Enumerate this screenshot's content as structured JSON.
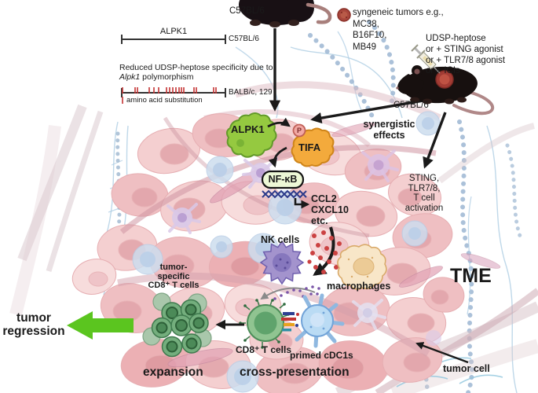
{
  "figure": {
    "genetics": {
      "gene_label": "ALPK1",
      "strain_top": "C57BL/6",
      "note_line1": "Reduced UDSP-heptose specificity due to",
      "note_italic": "Alpk1",
      "note_rest": " polymorphism",
      "strain_bottom": "BALB/c, 129",
      "tick_caption": "amino acid substitution"
    },
    "mice": {
      "top_label": "C57BL/6",
      "right_label": "C57BL/6"
    },
    "tumors_note": {
      "line1": "syngeneic tumors e.g.,",
      "line2": "MC38,",
      "line3": "B16F10,",
      "line4": "MB49"
    },
    "treatment": {
      "line1": "UDSP-heptose",
      "line2": "or + STING agonist",
      "line3": "or + TLR7/8 agonist",
      "line4": "or + ICIs"
    },
    "pathway": {
      "alpk1": "ALPK1",
      "phospho": "P",
      "tifa": "TIFA",
      "nfkb": "NF-κB",
      "chemokine_1": "CCL2",
      "chemokine_2": "CXCL10",
      "chemokine_3": "etc."
    },
    "effects": {
      "synergistic_1": "synergistic",
      "synergistic_2": "effects",
      "sting_1": "STING,",
      "sting_2": "TLR7/8,",
      "sting_3": "T cell",
      "sting_4": "activation"
    },
    "cells": {
      "nk": "NK cells",
      "macrophages": "macrophages",
      "tumor_specific_1": "tumor-",
      "tumor_specific_2": "specific",
      "tumor_specific_3": "CD8⁺ T cells",
      "cd8": "CD8⁺ T cells",
      "cdc1": "primed cDC1s",
      "tumor_cell": "tumor cell"
    },
    "outcomes": {
      "regression_1": "tumor",
      "regression_2": "regression",
      "expansion": "expansion",
      "cross_presentation": "cross-presentation",
      "tme": "TME"
    },
    "colors": {
      "arrow_green": "#5bc51f",
      "alpk1_green": "#95c940",
      "tifa_orange": "#f3aa3c",
      "nfkb_fill": "#edf8d6",
      "phospho_pink": "#f2a8a4",
      "chemokine_red": "#cb4242",
      "tumor_red": "#a8463c"
    }
  }
}
